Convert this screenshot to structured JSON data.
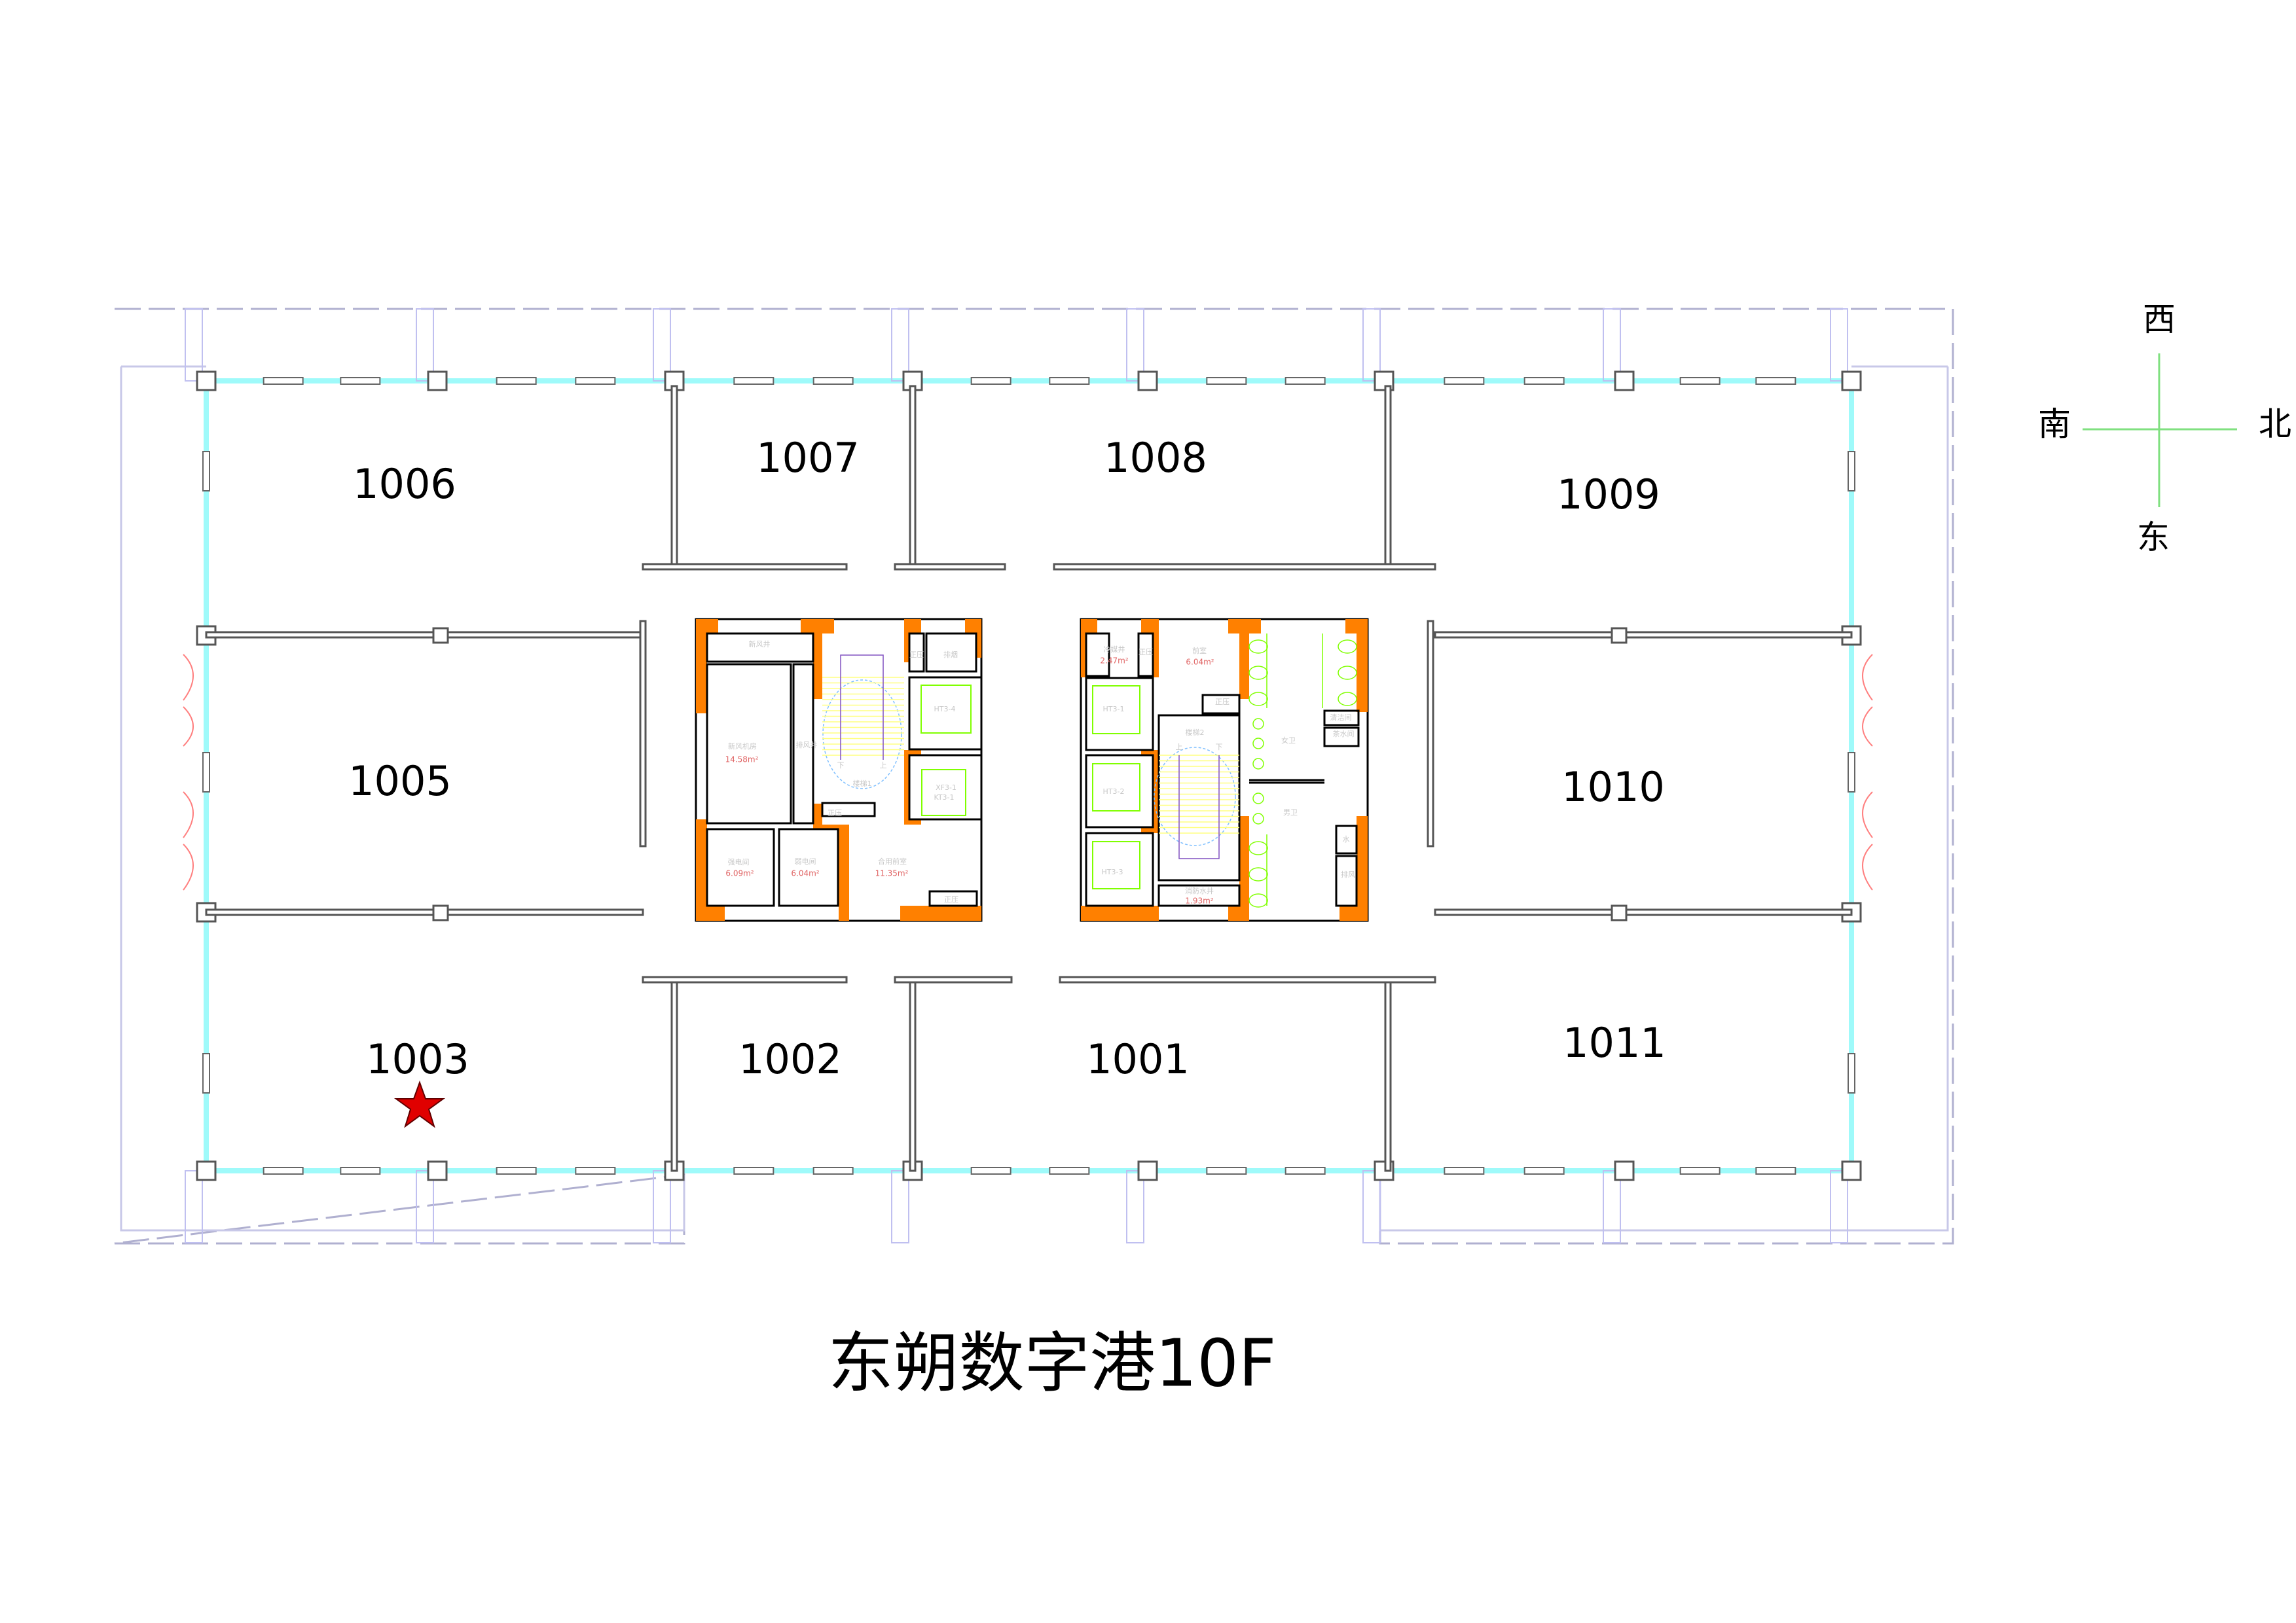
{
  "title": "东朔数字港10F",
  "compass": {
    "north": "北",
    "south": "南",
    "east": "东",
    "west": "西"
  },
  "rooms": {
    "r1001": "1001",
    "r1002": "1002",
    "r1003": "1003",
    "r1005": "1005",
    "r1006": "1006",
    "r1007": "1007",
    "r1008": "1008",
    "r1009": "1009",
    "r1010": "1010",
    "r1011": "1011"
  },
  "marker": {
    "room": "1003",
    "icon": "star-icon",
    "color": "#e00000"
  },
  "core_left": {
    "fresh_air_shaft": "新风井",
    "fresh_air_room": "新风机房",
    "fresh_air_room_area": "14.58m²",
    "exhaust_shaft": "排风井",
    "stair": "楼梯1",
    "stair_down": "下",
    "stair_up": "上",
    "pressurized_1": "正压",
    "smoke_exhaust": "排烟",
    "elevator_ht34": "HT3-4",
    "elevator_xf31": "XF3-1",
    "elevator_kt31": "KT3-1",
    "pressurized_2": "正压",
    "pressurized_3": "正压",
    "strong_room": "强电间",
    "strong_room_area": "6.09m²",
    "weak_room": "弱电间",
    "weak_room_area": "6.04m²",
    "shared_lobby": "合用前室",
    "shared_lobby_area": "11.35m²"
  },
  "core_right": {
    "refrigerant_shaft": "冷媒井",
    "refrigerant_shaft_area": "2.47m²",
    "pressurized_1": "正压",
    "lobby": "前室",
    "lobby_area": "6.04m²",
    "pressurized_2": "正压",
    "elevator_ht31": "HT3-1",
    "elevator_ht32": "HT3-2",
    "elevator_ht33": "HT3-3",
    "stair": "楼梯2",
    "stair_up": "上",
    "stair_down": "下",
    "janitor": "清洁间",
    "pantry": "茶水间",
    "womens_wc": "女卫",
    "mens_wc": "男卫",
    "water": "水",
    "exhaust": "排风",
    "fire_water_shaft": "消防水井",
    "fire_water_shaft_area": "1.93m²"
  },
  "colors": {
    "wall_core": "#ff8000",
    "glass": "#9ffafa",
    "fixture": "#80ff00",
    "stair": "#ffff80"
  }
}
